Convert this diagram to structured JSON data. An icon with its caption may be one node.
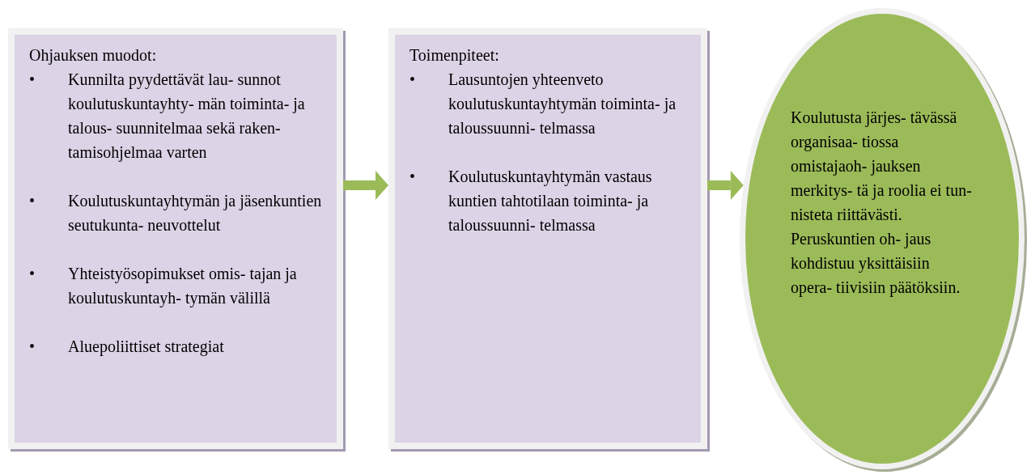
{
  "diagram": {
    "nodes": [
      {
        "text": [
          "Ohjauksen muodot:",
          "•",
          "Kunnilta pyydettävät lau- sunnot koulutuskuntayhty- män toiminta- ja talous- suunnitelmaa sekä raken- tamisohjelmaa varten",
          "•",
          "Koulutuskuntayhtymän  ja jäsenkuntien seutukunta- neuvottelut",
          "•",
          "Yhteistyösopimukset omis- tajan ja koulutuskuntayh- tymän välillä",
          "•",
          "Aluepoliittiset strategiat"
        ]
      },
      {
        "text": [
          "Toimenpiteet:",
          "•",
          "Lausuntojen yhteenveto koulutuskuntayhtymän toiminta- ja taloussuunni- telmassa",
          "•",
          "Koulutuskuntayhtymän vastaus kuntien tahtotilaan toiminta- ja taloussuunni- telmassa"
        ]
      },
      {
        "text": [
          "Koulutusta järjes- tävässä organisaa- tiossa omistajaoh- jauksen merkitys- tä ja roolia ei tun- nisteta riittävästi. Peruskuntien oh- jaus kohdistuu yksittäisiin opera- tiivisiin päätöksiin."
        ]
      }
    ],
    "edges": [
      {
        "from": 0,
        "to": 1,
        "arrow": "to"
      },
      {
        "from": 1,
        "to": 2,
        "arrow": "to"
      }
    ]
  }
}
